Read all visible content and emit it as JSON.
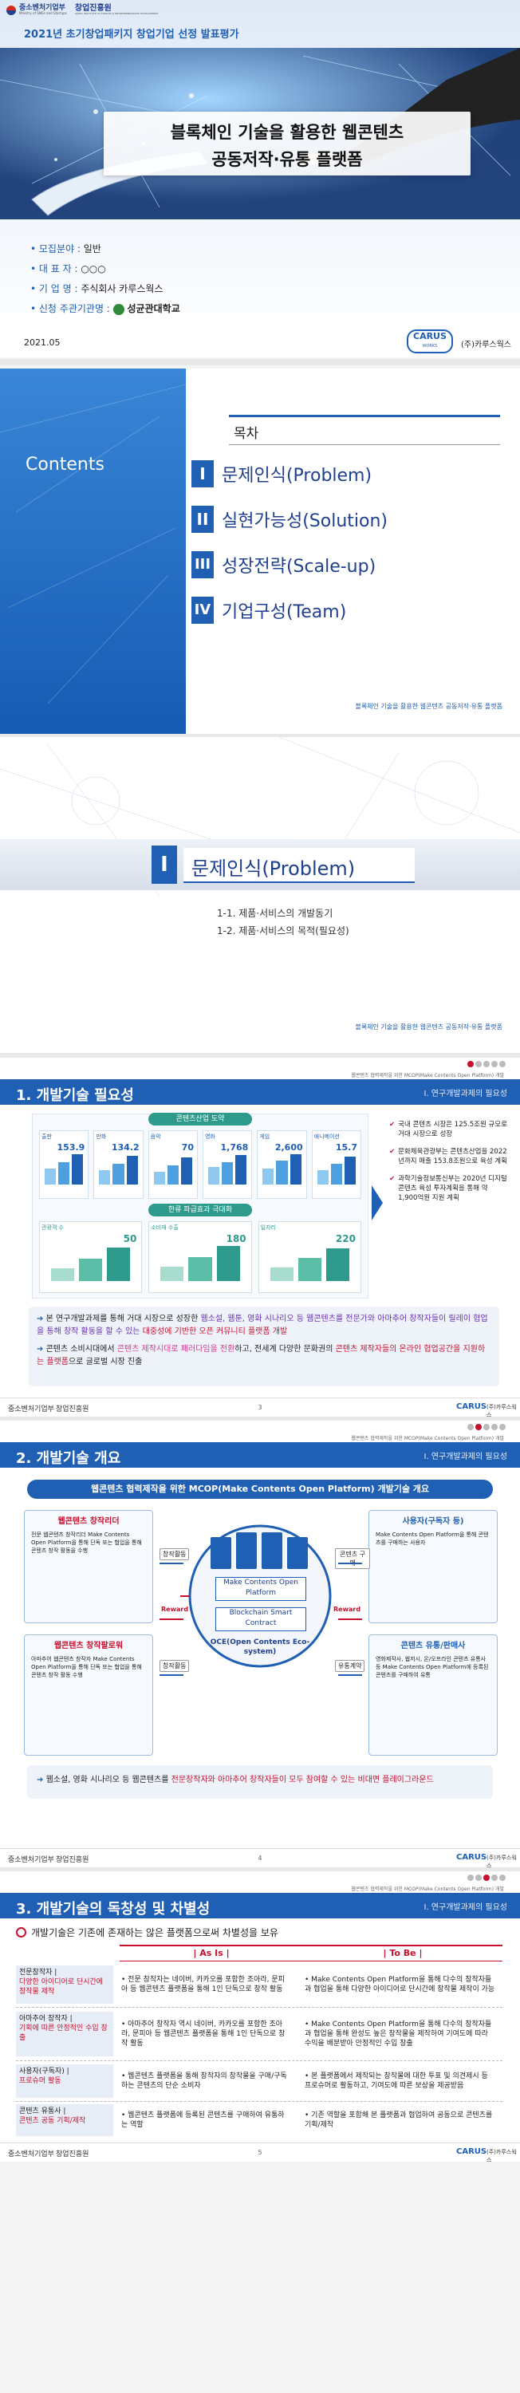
{
  "slide1": {
    "agency_left": "중소벤처기업부",
    "agency_left_sub": "Ministry of SMEs and Startups",
    "agency_right": "창업진흥원",
    "agency_right_sub": "KOREA INSTITUTE OF STARTUP & ENTREPRENEURSHIP DEVELOPMENT",
    "top_title": "2021년 초기창업패키지 창업기업 선정 발표평가",
    "main_title_line1": "블록체인 기술을 활용한 웹콘텐츠",
    "main_title_line2": "공동저작·유통 플랫폼",
    "info": [
      {
        "label": "• 모집분야 :",
        "value": "일반"
      },
      {
        "label": "• 대 표 자 :",
        "value": "○○○"
      },
      {
        "label": "• 기 업 명 :",
        "value": "주식회사 카루스웍스"
      },
      {
        "label": "• 신청 주관기관명 :",
        "value": "성균관대학교"
      }
    ],
    "date": "2021.05",
    "carus_logo": "CARUS",
    "carus_sub": "WORKS",
    "company": "(주)카루스웍스"
  },
  "slide2": {
    "contents": "Contents",
    "heading": "목차",
    "items": [
      {
        "num": "I",
        "label": "문제인식(Problem)"
      },
      {
        "num": "II",
        "label": "실현가능성(Solution)"
      },
      {
        "num": "III",
        "label": "성장전략(Scale-up)"
      },
      {
        "num": "IV",
        "label": "기업구성(Team)"
      }
    ],
    "footer": "블록체인 기술을 활용한 웹콘텐츠 공동저작·유통 플랫폼"
  },
  "slide3": {
    "num": "I",
    "title": "문제인식(Problem)",
    "subs": [
      "1-1. 제품·서비스의 개발동기",
      "1-2. 제품·서비스의 목적(필요성)"
    ],
    "footer": "블록체인 기술을 활용한 웹콘텐츠 공동저작·유통 플랫폼"
  },
  "slide4": {
    "top_note": "웹콘텐츠 협력제작을 위한 MCOP(Make Contents Open Platform) 개발",
    "title": "1. 개발기술 필요성",
    "tag": "I. 연구개발과제의 필요성",
    "chart_title": "콘텐츠산업 도약",
    "cards": [
      {
        "label": "출판",
        "value": "153.9"
      },
      {
        "label": "만화",
        "value": "134.2"
      },
      {
        "label": "음악",
        "value": "70"
      },
      {
        "label": "영화",
        "value": "1,768"
      },
      {
        "label": "게임",
        "value": "2,600"
      },
      {
        "label": "애니메이션",
        "value": "15.7"
      }
    ],
    "chart2_title": "한류 파급효과 극대화",
    "cards2": [
      {
        "label": "관광객 수",
        "value": "50"
      },
      {
        "label": "소비재 수출",
        "value": "180"
      },
      {
        "label": "일자리",
        "value": "220"
      }
    ],
    "points": [
      "국내 콘텐츠 시장은 125.5조원 규모로 거대 시장으로 성장",
      "문화체육관광부는 콘텐츠산업을 2022년까지 매출 153.8조원으로 육성 계획",
      "과학기술정보통신부는 2020년 디지털콘텐츠 육성 투자계획을 통해 약 1,900억원 지원 계획"
    ],
    "bottom1a": "본 연구개발과제를 통해 거대 시장으로 성장한 ",
    "bottom1b": "웹소설, 웹툰, 영화 시나리오 등 웹콘텐츠",
    "bottom1c": "를 전문가와 아마추어 창작자들이 릴레이 협업을 통해 창작 활동을 할 수 있는 ",
    "bottom1d": "대중성에 기반한 오픈 커뮤니티 플랫폼 개발",
    "bottom2a": "콘텐츠 소비시대에서 ",
    "bottom2b": "콘텐츠 제작시대로 패러다임을 전환",
    "bottom2c": "하고, 전세계 다양한 문화권의 ",
    "bottom2d": "콘텐츠 제작자들의 온라인 협업공간을 지원하는 플랫폼",
    "bottom2e": "으로 글로벌 시장 진출",
    "page": "3"
  },
  "slide5": {
    "top_note": "웹콘텐츠 협력제작을 위한 MCOP(Make Contents Open Platform) 개발",
    "title": "2. 개발기술 개요",
    "tag": "I. 연구개발과제의 필요성",
    "banner": "웹콘텐츠 협력제작을 위한 MCOP(Make Contents Open Platform) 개발기술 개요",
    "left_top_title": "웹콘텐츠 창작리더",
    "left_top_text": "전문 웹콘텐츠 창작리더 Make Contents Open Platform을 통해 단독 또는 협업을 통해 콘텐츠 창작 활동을 수행",
    "left_bottom_title": "웹콘텐츠 창작팔로워",
    "left_bottom_text": "아마추어 웹콘텐츠 창작자 Make Contents Open Platform을 통해 단독 또는 협업을 통해 콘텐츠 창작 활동 수행",
    "right_top_title": "사용자(구독자 등)",
    "right_top_text": "Make Contents Open Platform을 통해 콘텐츠를 구매하는 사용자",
    "right_bottom_title": "콘텐츠 유통/판매사",
    "right_bottom_text": "영화제작사, 웹저시, 온/오프라인 콘텐츠 유통사 등 Make Contents Open Platform에 등록된 콘텐츠를 구매하여 유통",
    "lbl_create": "창작활동",
    "lbl_reward": "Reward",
    "lbl_buy": "콘텐츠 구매",
    "lbl_reward2": "Reward",
    "lbl_create2": "창작활동",
    "lbl_contract": "유통계약",
    "core1": "Make Contents Open Platform",
    "core2": "Blockchain Smart Contract",
    "core3": "OCE(Open Contents Eco-system)",
    "bottom_a": "웹소설, 영화 시나리오 등 웹콘텐츠를 ",
    "bottom_b": "전문창작자와 아마추어 창작자들이 모두 참여할 수 있는 비대면 플레이그라운드",
    "page": "4"
  },
  "slide6": {
    "top_note": "웹콘텐츠 협력제작을 위한 MCOP(Make Contents Open Platform) 개발",
    "title": "3. 개발기술의 독창성 및 차별성",
    "tag": "I. 연구개발과제의 필요성",
    "subtitle": "개발기술은 기존에 존재하는 않은 플랫폼으로써 차별성을 보유",
    "col_asis": "As Is",
    "col_tobe": "To Be",
    "rows": [
      {
        "h1": "전문창작자 |",
        "h2": "다양한 아이디어로 단시간에 창작물 제작",
        "asis": "전문 창작자는 네이버, 카카오를 포함한 조아라, 문피아 등 웹콘텐츠 플랫폼을 통해 1인 단독으로 창작 활동",
        "tobe": "Make Contents Open Platform을 통해 다수의 창작자들과 협업을 통해 다양한 아이디어로 단시간에 창작물 제작이 가능"
      },
      {
        "h1": "아마추어 창작자 |",
        "h2": "기획에 따른 안정적인 수입 창출",
        "asis": "아마추어 창작자 역시 네이버, 카카오를 포함한 조아라, 문피아 등 웹콘텐츠 플랫폼을 통해 1인 단독으로 창작 활동",
        "tobe": "Make Contents Open Platform을 통해 다수의 창작자들과 협업을 통해 완성도 높은 창작물을 제작하여 기여도에 따라 수익을 배분받아 안정적인 수입 창출"
      },
      {
        "h1": "사용자(구독자) |",
        "h2": "프로슈머 활동",
        "asis": "웹콘텐츠 플랫폼을 통해 창작자의 창작물을 구매/구독하는 콘텐츠의 단순 소비자",
        "tobe": "본 플랫폼에서 제작되는 창작물에 대한 투표 및 의견제시 등 프로슈머로 활동하고, 기여도에 따른 보상을 제공받음"
      },
      {
        "h1": "콘텐츠 유통사 |",
        "h2": "콘텐츠 공동 기획/제작",
        "asis": "웹콘텐츠 플랫폼에 등록된 콘텐츠를 구매하여 유통하는 역할",
        "tobe": "기존 역할을 포함해 본 플랫폼과 협업하여 공동으로 콘텐츠를 기획/제작"
      }
    ],
    "page": "5"
  },
  "common": {
    "footer_left1": "중소벤처기업부",
    "footer_left2": "창업진흥원",
    "carus": "CARUS",
    "company": "(주)카루스웍스"
  }
}
